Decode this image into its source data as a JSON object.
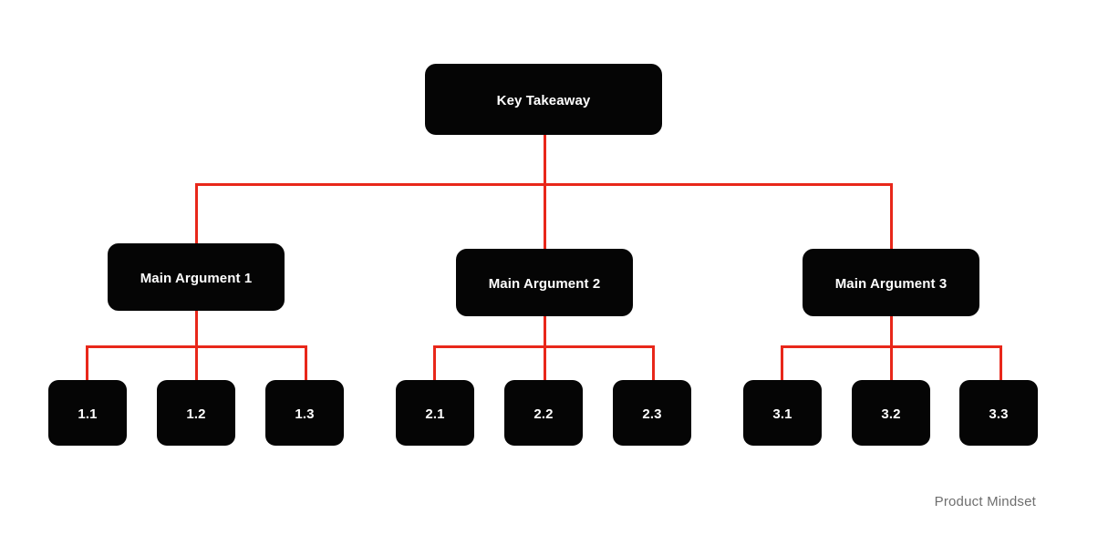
{
  "diagram": {
    "type": "hierarchy-tree",
    "background_color": "#ffffff",
    "node_color": "#050505",
    "node_text_color": "#ffffff",
    "connector_color": "#e8271a",
    "root": {
      "label": "Key Takeaway"
    },
    "branches": [
      {
        "label": "Main Argument 1",
        "children": [
          {
            "label": "1.1"
          },
          {
            "label": "1.2"
          },
          {
            "label": "1.3"
          }
        ]
      },
      {
        "label": "Main Argument 2",
        "children": [
          {
            "label": "2.1"
          },
          {
            "label": "2.2"
          },
          {
            "label": "2.3"
          }
        ]
      },
      {
        "label": "Main Argument 3",
        "children": [
          {
            "label": "3.1"
          },
          {
            "label": "3.2"
          },
          {
            "label": "3.3"
          }
        ]
      }
    ]
  },
  "footer": {
    "attribution": "Product Mindset",
    "color": "#6e6e6e"
  }
}
